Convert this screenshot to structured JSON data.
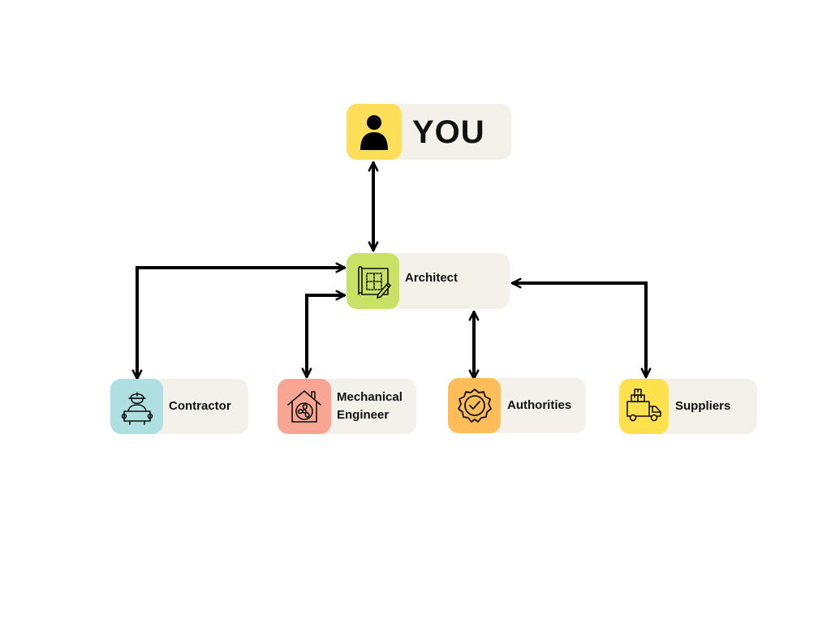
{
  "diagram": {
    "nodes": {
      "you": {
        "label": "YOU",
        "icon": "person-icon",
        "color": "#ffde59"
      },
      "architect": {
        "label": "Architect",
        "icon": "blueprint-icon",
        "color": "#c9e265"
      },
      "contractor": {
        "label": "Contractor",
        "icon": "construction-worker-icon",
        "color": "#aee0e2"
      },
      "mechanical_engineer": {
        "label": "Mechanical Engineer",
        "icon": "house-fan-icon",
        "color": "#f8a593"
      },
      "authorities": {
        "label": "Authorities",
        "icon": "verified-badge-icon",
        "color": "#ffbd59"
      },
      "suppliers": {
        "label": "Suppliers",
        "icon": "delivery-truck-icon",
        "color": "#ffe14d"
      }
    },
    "edges": [
      {
        "from": "you",
        "to": "architect",
        "direction": "both"
      },
      {
        "from": "architect",
        "to": "contractor",
        "direction": "both"
      },
      {
        "from": "architect",
        "to": "mechanical_engineer",
        "direction": "both"
      },
      {
        "from": "architect",
        "to": "authorities",
        "direction": "both"
      },
      {
        "from": "architect",
        "to": "suppliers",
        "direction": "both"
      }
    ],
    "node_fill": "#f4f0ea",
    "arrow_color": "#000000"
  }
}
